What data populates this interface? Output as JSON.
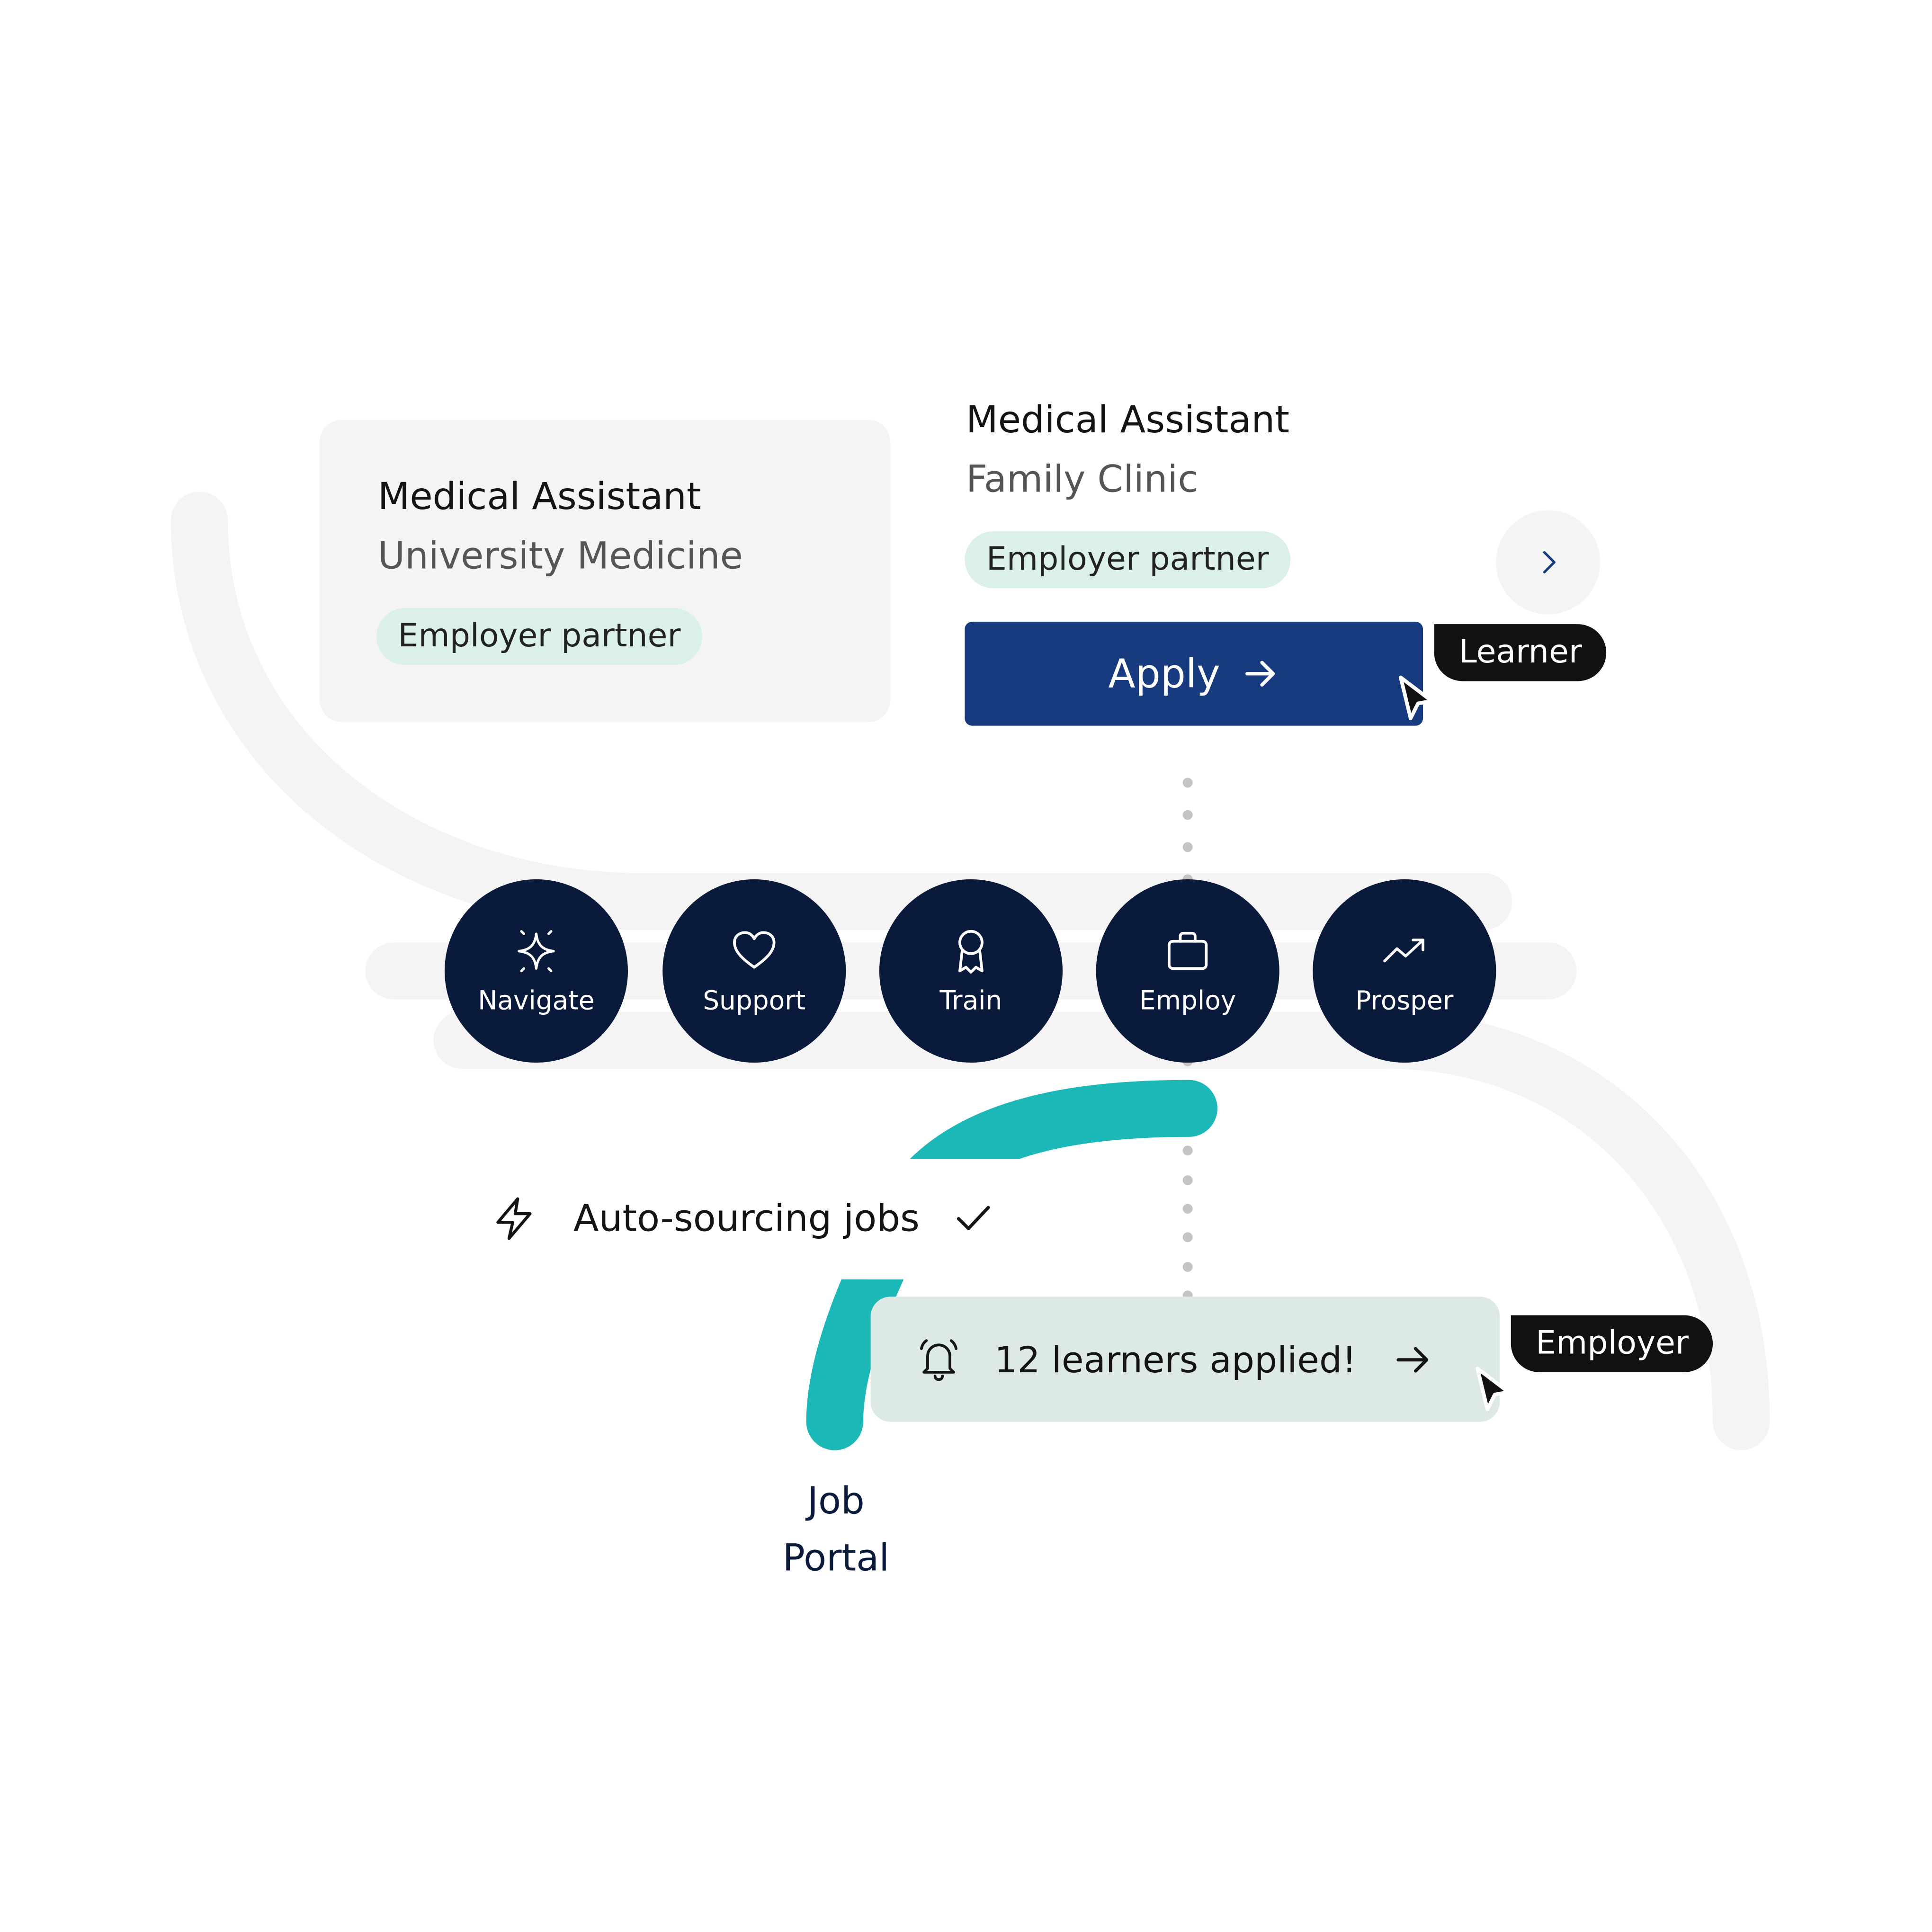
{
  "cards": [
    {
      "title": "Medical Assistant",
      "employer": "University Medicine",
      "badge": "Employer partner"
    },
    {
      "title": "Medical Assistant",
      "employer": "Family Clinic",
      "badge": "Employer partner"
    }
  ],
  "apply_button": {
    "label": "Apply",
    "icon": "arrow-right-icon"
  },
  "next_button": {
    "icon": "chevron-right-icon"
  },
  "role_tags": {
    "learner": "Learner",
    "employer": "Employer"
  },
  "steps": [
    {
      "label": "Navigate",
      "icon": "sparkle-icon"
    },
    {
      "label": "Support",
      "icon": "heart-icon"
    },
    {
      "label": "Train",
      "icon": "award-ribbon-icon"
    },
    {
      "label": "Employ",
      "icon": "briefcase-icon"
    },
    {
      "label": "Prosper",
      "icon": "trending-up-icon"
    }
  ],
  "auto_sourcing": {
    "label": "Auto-sourcing jobs",
    "icon": "lightning-icon",
    "status_icon": "check-icon"
  },
  "notification": {
    "label": "12 learners applied!",
    "icon": "bell-icon",
    "action_icon": "arrow-right-icon"
  },
  "job_portal": {
    "line1": "Job",
    "line2": "Portal"
  },
  "colors": {
    "navy_step": "#0a1a3a",
    "apply_blue": "#173b7e",
    "teal_accent": "#1cb8b8",
    "badge_mint": "#dbefeb",
    "notification_bg": "#dde9e5",
    "track_grey": "#f4f4f4",
    "tag_black": "#111111"
  }
}
